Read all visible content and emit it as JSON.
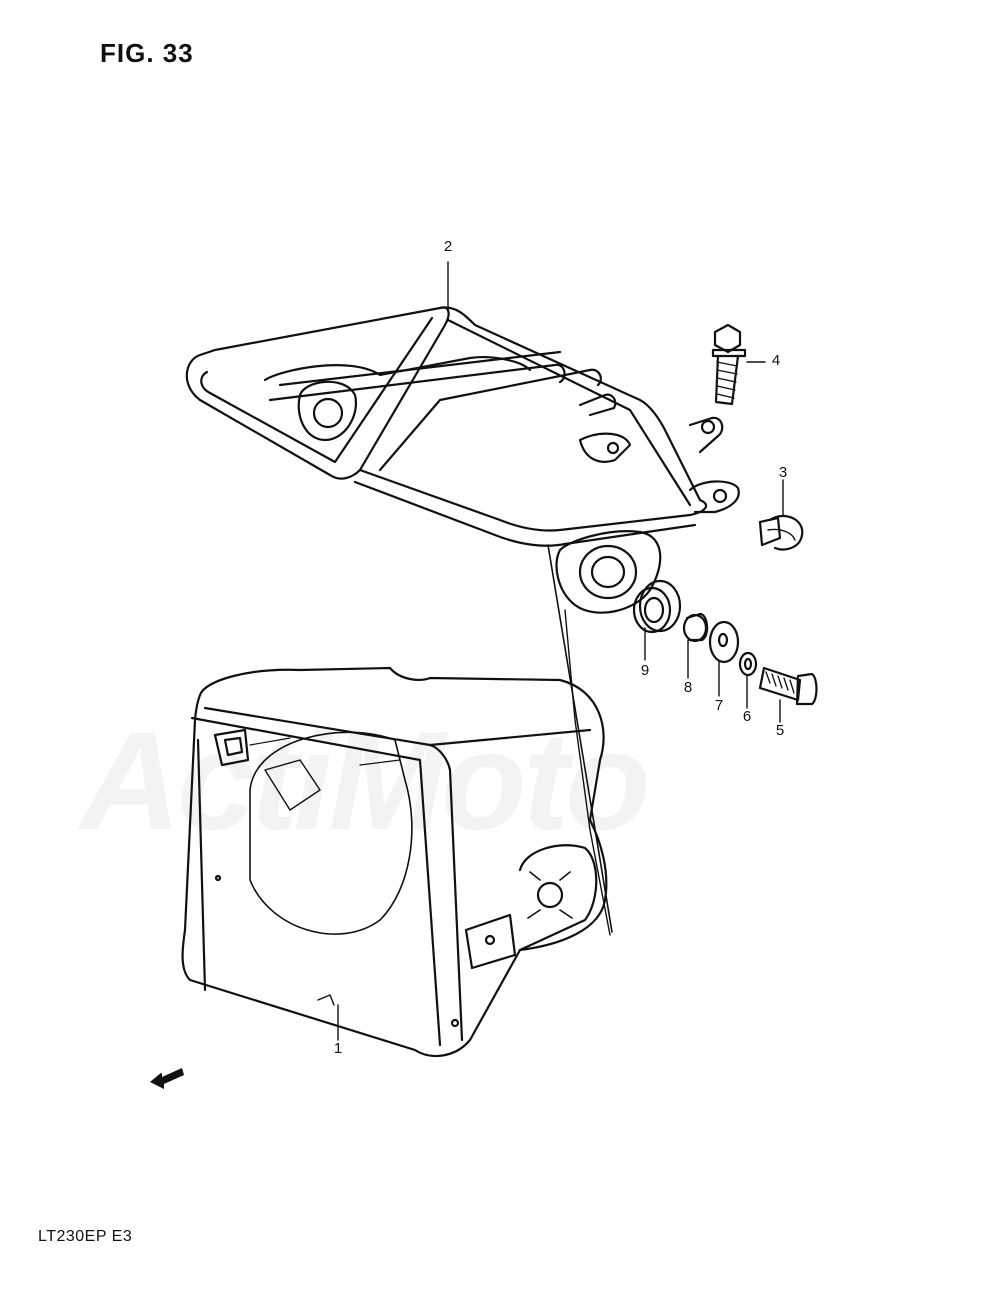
{
  "figure": {
    "title": "FIG. 33"
  },
  "model_code": "LT230EP  E3",
  "direction_marker": {
    "label": "FWD",
    "icon": "fwd-arrow-icon"
  },
  "watermark": {
    "text": "ActiMoto"
  },
  "callouts": [
    {
      "number": "1",
      "part": "headlight-housing"
    },
    {
      "number": "2",
      "part": "front-carrier-rack"
    },
    {
      "number": "3",
      "part": "bolt"
    },
    {
      "number": "4",
      "part": "bolt"
    },
    {
      "number": "5",
      "part": "bolt"
    },
    {
      "number": "6",
      "part": "lock-washer"
    },
    {
      "number": "7",
      "part": "washer"
    },
    {
      "number": "8",
      "part": "spacer"
    },
    {
      "number": "9",
      "part": "grommet"
    }
  ]
}
